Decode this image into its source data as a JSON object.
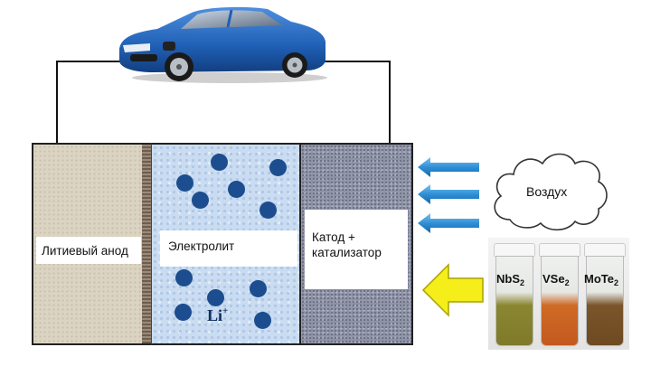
{
  "labels": {
    "anode": "Литиевый анод",
    "electrolyte": "Электролит",
    "cathode_line1": "Катод +",
    "cathode_line2": "катализатор",
    "air": "Воздух",
    "ion": "Li",
    "ion_charge": "+"
  },
  "catalysts": [
    {
      "base": "NbS",
      "sub": "2"
    },
    {
      "base": "VSe",
      "sub": "2"
    },
    {
      "base": "MoTe",
      "sub": "2"
    }
  ],
  "colors": {
    "car_body": "#1f5fb5",
    "anode": "#dcd4c2",
    "separator": "#8a7868",
    "electrolyte": "#c9dcf1",
    "ion_dot": "#1c4d8f",
    "cathode": "#8f93a6",
    "air_arrow": "#2e8fd6",
    "light_arrow": "#f5ee1a",
    "vial_nbs2": "#7e7a2a",
    "vial_vse2": "#c25a1e",
    "vial_mote2": "#6e4a22"
  },
  "icons": {
    "car": "car-icon",
    "cloud": "cloud-icon",
    "air_arrows": "arrow-left-icon",
    "light_arrow": "arrow-left-icon"
  }
}
